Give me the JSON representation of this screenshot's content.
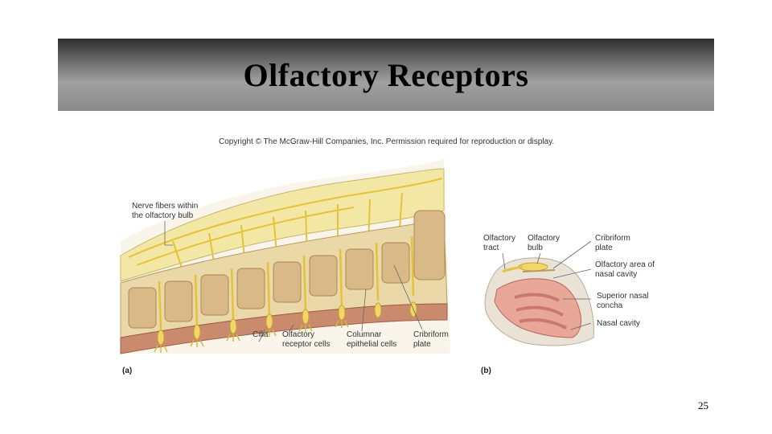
{
  "slide": {
    "title": "Olfactory Receptors",
    "copyright": "Copyright © The McGraw-Hill Companies, Inc. Permission required for reproduction or display.",
    "page_number": "25"
  },
  "figure_a": {
    "panel": "(a)",
    "labels": {
      "nerve_fibers": [
        "Nerve fibers within",
        "the olfactory bulb"
      ],
      "cilia": [
        "Cilia"
      ],
      "receptor_cells": [
        "Olfactory",
        "receptor cells"
      ],
      "columnar": [
        "Columnar",
        "epithelial cells"
      ],
      "cribriform": [
        "Cribriform",
        "plate"
      ]
    }
  },
  "figure_b": {
    "panel": "(b)",
    "labels": {
      "tract": [
        "Olfactory",
        "tract"
      ],
      "bulb": [
        "Olfactory",
        "bulb"
      ],
      "cribriform": [
        "Cribriform",
        "plate"
      ],
      "area": [
        "Olfactory area of",
        "nasal cavity"
      ],
      "concha": [
        "Superior nasal",
        "concha"
      ],
      "cavity": [
        "Nasal cavity"
      ]
    }
  },
  "colors": {
    "tissue_yellow": "#f3e7a6",
    "nerve": "#e4c23a",
    "bone": "#d9b987",
    "epithelium": "#c98a6e",
    "nasal_pink": "#e9a79a"
  }
}
